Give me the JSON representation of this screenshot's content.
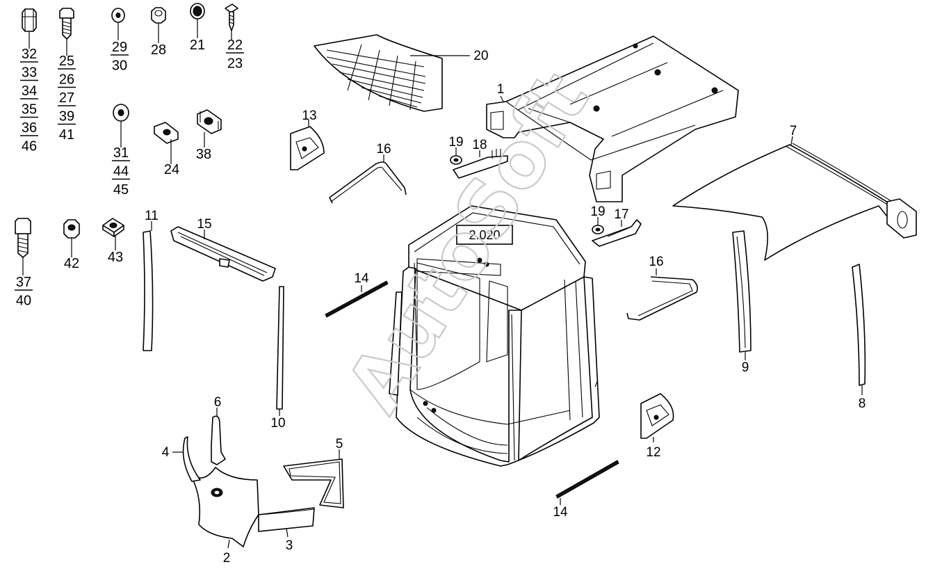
{
  "watermark": "AutoSoft",
  "group_code": "2.020",
  "fastener_callouts": [
    {
      "id": "c1",
      "lines": [
        "32",
        "33",
        "34",
        "35",
        "36",
        "46"
      ]
    },
    {
      "id": "c2",
      "lines": [
        "25",
        "26",
        "27",
        "39",
        "41"
      ]
    },
    {
      "id": "c3",
      "lines": [
        "29",
        "30"
      ]
    },
    {
      "id": "c4",
      "lines": [
        "28"
      ]
    },
    {
      "id": "c5",
      "lines": [
        "21"
      ]
    },
    {
      "id": "c6",
      "lines": [
        "22",
        "23"
      ]
    },
    {
      "id": "c7",
      "lines": [
        "31",
        "44",
        "45"
      ]
    },
    {
      "id": "c8",
      "lines": [
        "24"
      ]
    },
    {
      "id": "c9",
      "lines": [
        "38"
      ]
    },
    {
      "id": "c10",
      "lines": [
        "37",
        "40"
      ]
    },
    {
      "id": "c11",
      "lines": [
        "42"
      ]
    },
    {
      "id": "c12",
      "lines": [
        "43"
      ]
    }
  ],
  "part_labels": [
    {
      "id": "p1",
      "text": "1"
    },
    {
      "id": "p2",
      "text": "2"
    },
    {
      "id": "p3",
      "text": "3"
    },
    {
      "id": "p4",
      "text": "4"
    },
    {
      "id": "p5",
      "text": "5"
    },
    {
      "id": "p6",
      "text": "6"
    },
    {
      "id": "p7",
      "text": "7"
    },
    {
      "id": "p8",
      "text": "8"
    },
    {
      "id": "p9",
      "text": "9"
    },
    {
      "id": "p10",
      "text": "10"
    },
    {
      "id": "p11",
      "text": "11"
    },
    {
      "id": "p12",
      "text": "12"
    },
    {
      "id": "p13",
      "text": "13"
    },
    {
      "id": "p14a",
      "text": "14"
    },
    {
      "id": "p14b",
      "text": "14"
    },
    {
      "id": "p15",
      "text": "15"
    },
    {
      "id": "p16a",
      "text": "16"
    },
    {
      "id": "p16b",
      "text": "16"
    },
    {
      "id": "p17",
      "text": "17"
    },
    {
      "id": "p18",
      "text": "18"
    },
    {
      "id": "p19a",
      "text": "19"
    },
    {
      "id": "p19b",
      "text": "19"
    },
    {
      "id": "p20",
      "text": "20"
    }
  ]
}
